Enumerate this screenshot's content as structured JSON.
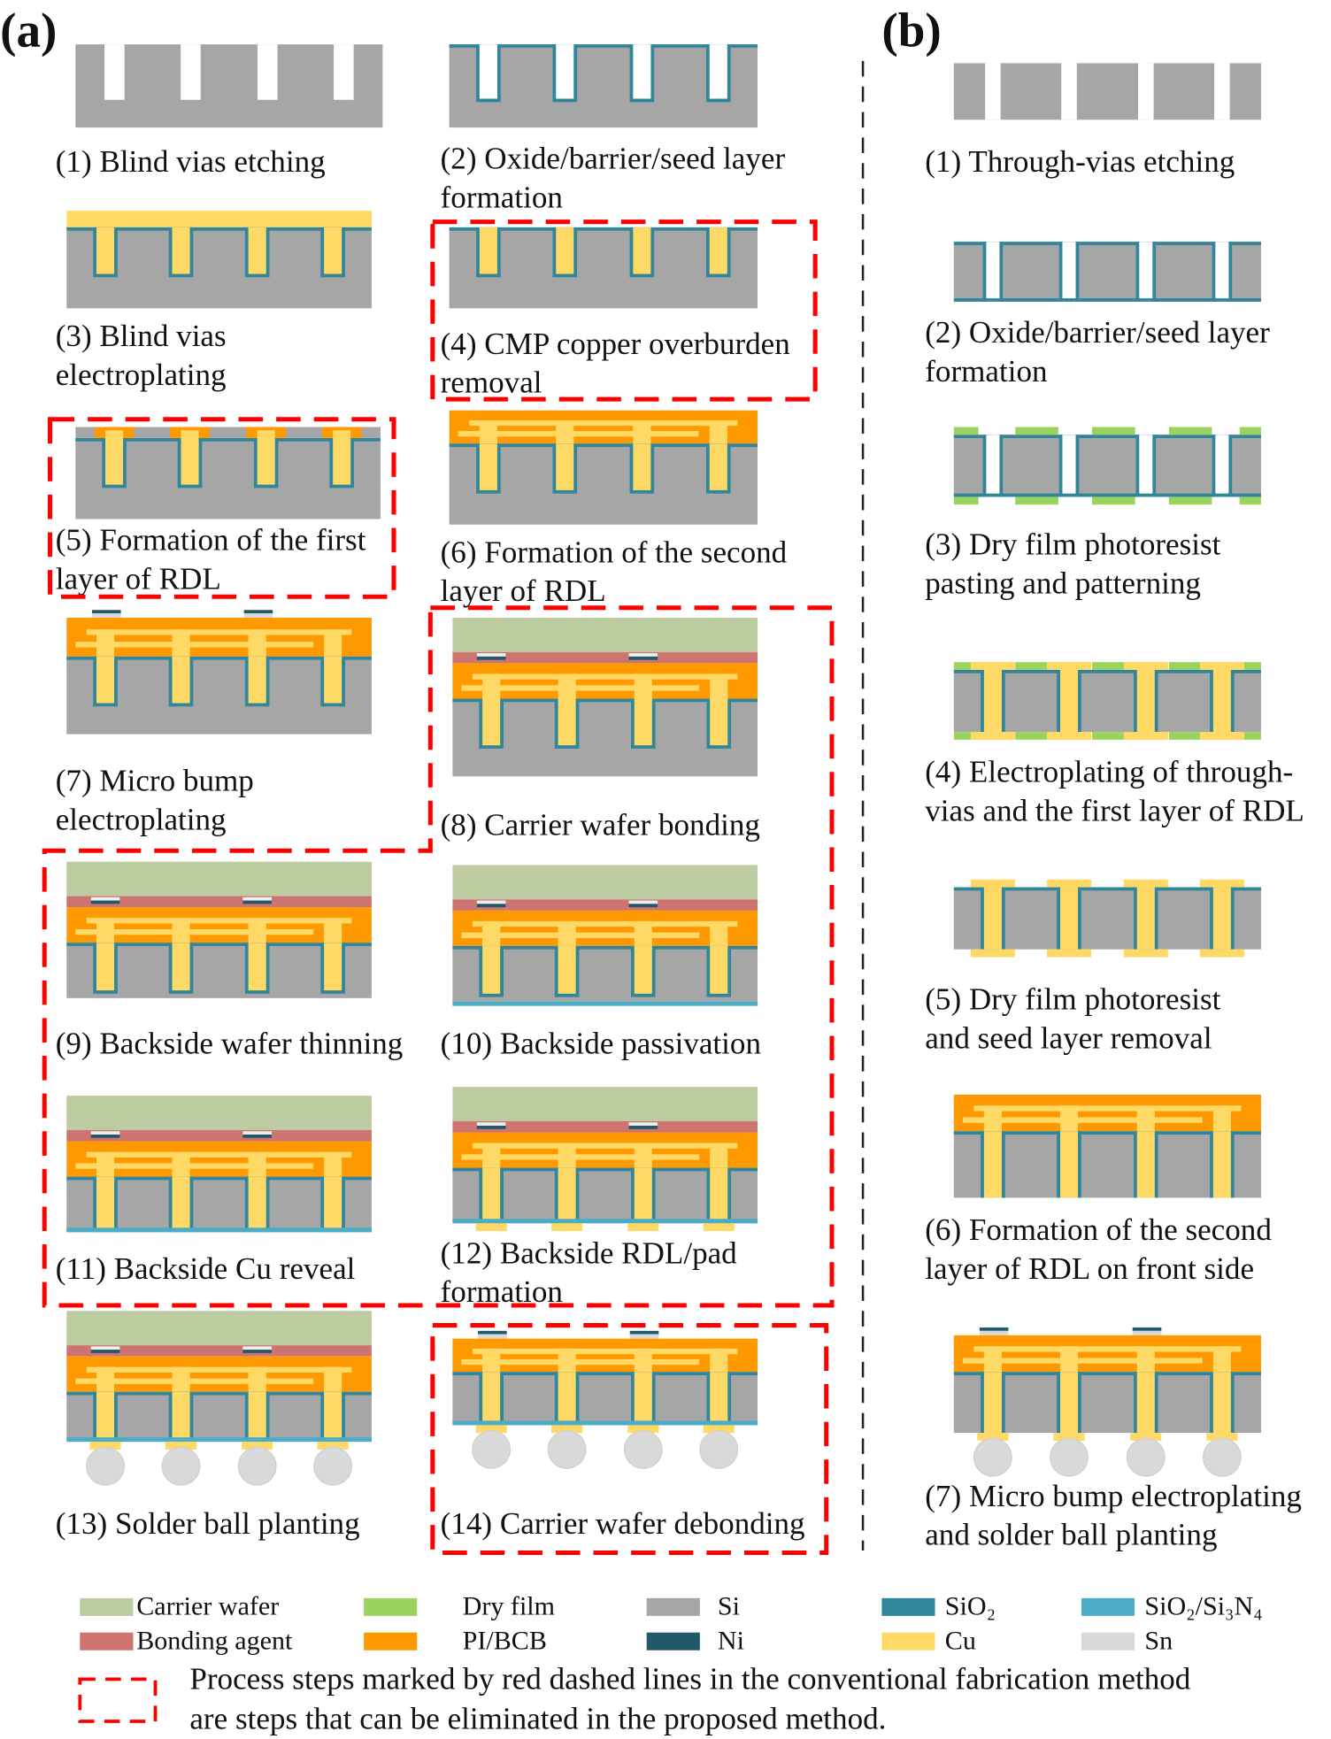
{
  "headings": {
    "a": "(a)",
    "b": "(b)"
  },
  "colors": {
    "si": "#a6a6a6",
    "sio2": "#31869b",
    "cu": "#ffd966",
    "pi_bcb": "#ff9900",
    "ni": "#215968",
    "sn": "#d9d9d9",
    "dry_film": "#9bd35f",
    "carrier_wafer": "#bccba0",
    "bonding_agent": "#cd7370",
    "sio2_si3n4": "#4bacc6",
    "dashed_box": "#ff0000"
  },
  "panels_a": [
    {
      "lines": [
        "(1) Blind vias etching"
      ]
    },
    {
      "lines": [
        "(2) Oxide/barrier/seed layer",
        "formation"
      ]
    },
    {
      "lines": [
        "(3) Blind vias",
        "electroplating"
      ]
    },
    {
      "lines": [
        "(4) CMP copper overburden",
        "removal"
      ]
    },
    {
      "lines": [
        "(5) Formation of the first",
        "layer of RDL"
      ]
    },
    {
      "lines": [
        "(6) Formation of the second",
        "layer of RDL"
      ]
    },
    {
      "lines": [
        "(7) Micro bump",
        "electroplating"
      ]
    },
    {
      "lines": [
        "(8) Carrier wafer  bonding"
      ]
    },
    {
      "lines": [
        "(9) Backside wafer thinning"
      ]
    },
    {
      "lines": [
        "(10) Backside passivation"
      ]
    },
    {
      "lines": [
        "(11) Backside Cu reveal"
      ]
    },
    {
      "lines": [
        "(12) Backside RDL/pad",
        "formation"
      ]
    },
    {
      "lines": [
        "(13) Solder ball planting"
      ]
    },
    {
      "lines": [
        "(14) Carrier wafer  debonding"
      ]
    }
  ],
  "panels_b": [
    {
      "lines": [
        "(1) Through-vias etching"
      ]
    },
    {
      "lines": [
        "(2) Oxide/barrier/seed layer",
        "formation"
      ]
    },
    {
      "lines": [
        "(3) Dry film photoresist",
        "pasting and patterning"
      ]
    },
    {
      "lines": [
        "(4) Electroplating of through-",
        "vias and the first layer of RDL"
      ]
    },
    {
      "lines": [
        "(5) Dry film photoresist",
        "and seed layer removal"
      ]
    },
    {
      "lines": [
        "(6) Formation of the second",
        "layer of RDL on front side"
      ]
    },
    {
      "lines": [
        "(7) Micro bump electroplating",
        "and solder ball planting"
      ]
    }
  ],
  "legend": [
    {
      "label": "Carrier wafer",
      "color": "#bccba0"
    },
    {
      "label": "Bonding agent",
      "color": "#cd7370"
    },
    {
      "label": "Dry film",
      "color": "#9bd35f"
    },
    {
      "label": "PI/BCB",
      "color": "#ff9900"
    },
    {
      "label": "Si",
      "color": "#a6a6a6"
    },
    {
      "label": "Ni",
      "color": "#215968"
    },
    {
      "label": "SiO₂",
      "color": "#31869b"
    },
    {
      "label": "Cu",
      "color": "#ffd966"
    },
    {
      "label": "SiO₂/Si₃N₄",
      "color": "#4bacc6"
    },
    {
      "label": "Sn",
      "color": "#d9d9d9"
    }
  ],
  "note": {
    "lines": [
      "Process steps  marked by red dashed lines in the conventional fabrication method",
      "are steps that can  be eliminated in the proposed method."
    ]
  }
}
